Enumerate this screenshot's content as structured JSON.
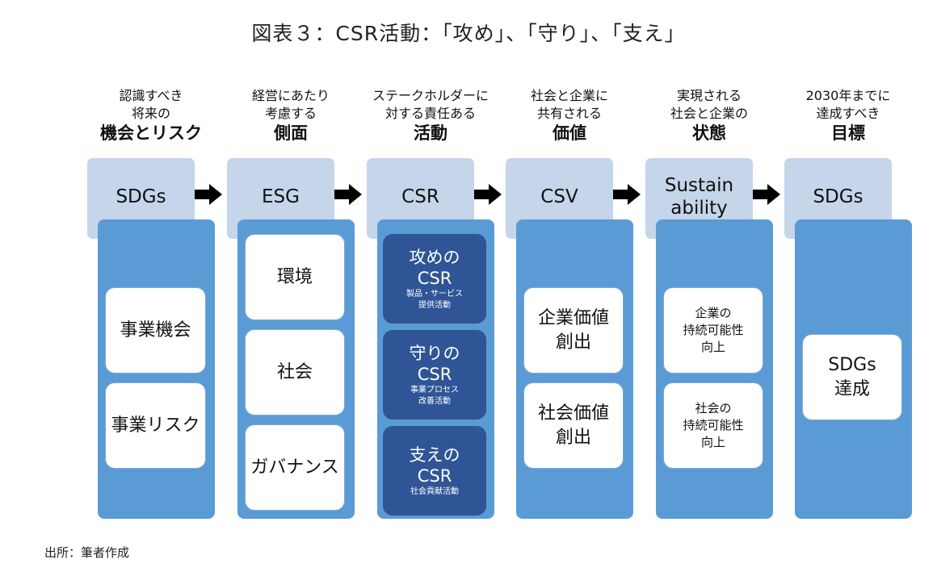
{
  "title": "図表３：CSR活動：「攻め」、「守り」、「支え」",
  "source": "出所：筆者作成",
  "columns": [
    {
      "head_lines": [
        "認識すべき",
        "将来の"
      ],
      "head_bold": "機会とリスク",
      "tab": [
        "SDGs"
      ],
      "boxes": [
        {
          "lines": [
            "事業機会"
          ]
        },
        {
          "lines": [
            "事業リスク"
          ]
        }
      ]
    },
    {
      "head_lines": [
        "経営にあたり",
        "考慮する"
      ],
      "head_bold": "側面",
      "tab": [
        "ESG"
      ],
      "boxes": [
        {
          "lines": [
            "環境"
          ]
        },
        {
          "lines": [
            "社会"
          ]
        },
        {
          "lines": [
            "ガバナンス"
          ]
        }
      ]
    },
    {
      "head_lines": [
        "ステークホルダーに",
        "対する責任ある"
      ],
      "head_bold": "活動",
      "tab": [
        "CSR"
      ],
      "boxes": [
        {
          "title": "攻めの",
          "abbr": "CSR",
          "sub": [
            "製品・サービス",
            "提供活動"
          ]
        },
        {
          "title": "守りの",
          "abbr": "CSR",
          "sub": [
            "事業プロセス",
            "改善活動"
          ]
        },
        {
          "title": "支えの",
          "abbr": "CSR",
          "sub": [
            "社会貢献活動"
          ]
        }
      ]
    },
    {
      "head_lines": [
        "社会と企業に",
        "共有される"
      ],
      "head_bold": "価値",
      "tab": [
        "CSV"
      ],
      "boxes": [
        {
          "lines": [
            "企業価値",
            "創出"
          ]
        },
        {
          "lines": [
            "社会価値",
            "創出"
          ]
        }
      ]
    },
    {
      "head_lines": [
        "実現される",
        "社会と企業の"
      ],
      "head_bold": "状態",
      "tab": [
        "Sustain",
        "ability"
      ],
      "boxes": [
        {
          "small": [
            "企業の",
            "持続可能性",
            "向上"
          ]
        },
        {
          "small": [
            "社会の",
            "持続可能性",
            "向上"
          ]
        }
      ]
    },
    {
      "head_lines": [
        "2030年までに",
        "達成すべき"
      ],
      "head_bold": "目標",
      "tab": [
        "SDGs"
      ],
      "boxes": [
        {
          "lines": [
            "SDGs",
            "達成"
          ]
        }
      ]
    }
  ],
  "colors": {
    "tab": "#c5d5ea",
    "panel": "#5b9bd5",
    "dark_box": "#2f5597",
    "arrow": "#000000"
  }
}
